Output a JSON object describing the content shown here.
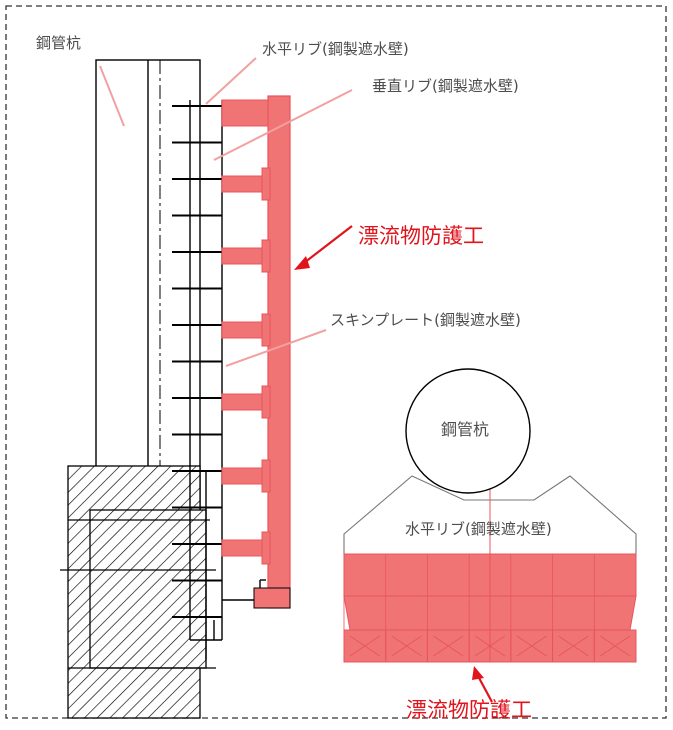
{
  "labels": {
    "pile_side": "鋼管杭",
    "horizontal_rib": "水平リブ(鋼製遮水壁)",
    "vertical_rib": "垂直リブ(鋼製遮水壁)",
    "protection_side": "漂流物防護工",
    "skin_plate": "スキンプレート(鋼製遮水壁)",
    "pile_plan": "鋼管杭",
    "horizontal_rib_plan": "水平リブ(鋼製遮水壁)",
    "protection_plan": "漂流物防護工"
  },
  "colors": {
    "protection_fill": "#f07474",
    "protection_edge": "#e8545c",
    "callout_red": "#e1131b",
    "leader_pink": "#f2a0a0",
    "outline": "#000000",
    "frame_dash": "#333333"
  }
}
